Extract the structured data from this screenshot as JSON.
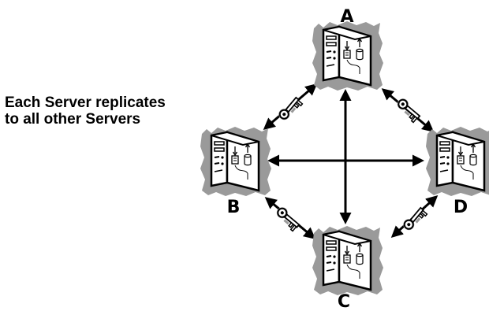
{
  "caption": {
    "line1": "Each Server replicates",
    "line2": "to all other Servers"
  },
  "nodes": [
    {
      "id": "a",
      "label": "A"
    },
    {
      "id": "b",
      "label": "B"
    },
    {
      "id": "c",
      "label": "C"
    },
    {
      "id": "d",
      "label": "D"
    }
  ],
  "icons": {
    "server": "server-tower-icon",
    "key": "key-icon"
  },
  "colors": {
    "ink": "#000000",
    "shadow": "#9a9a9a",
    "paper": "#ffffff"
  }
}
